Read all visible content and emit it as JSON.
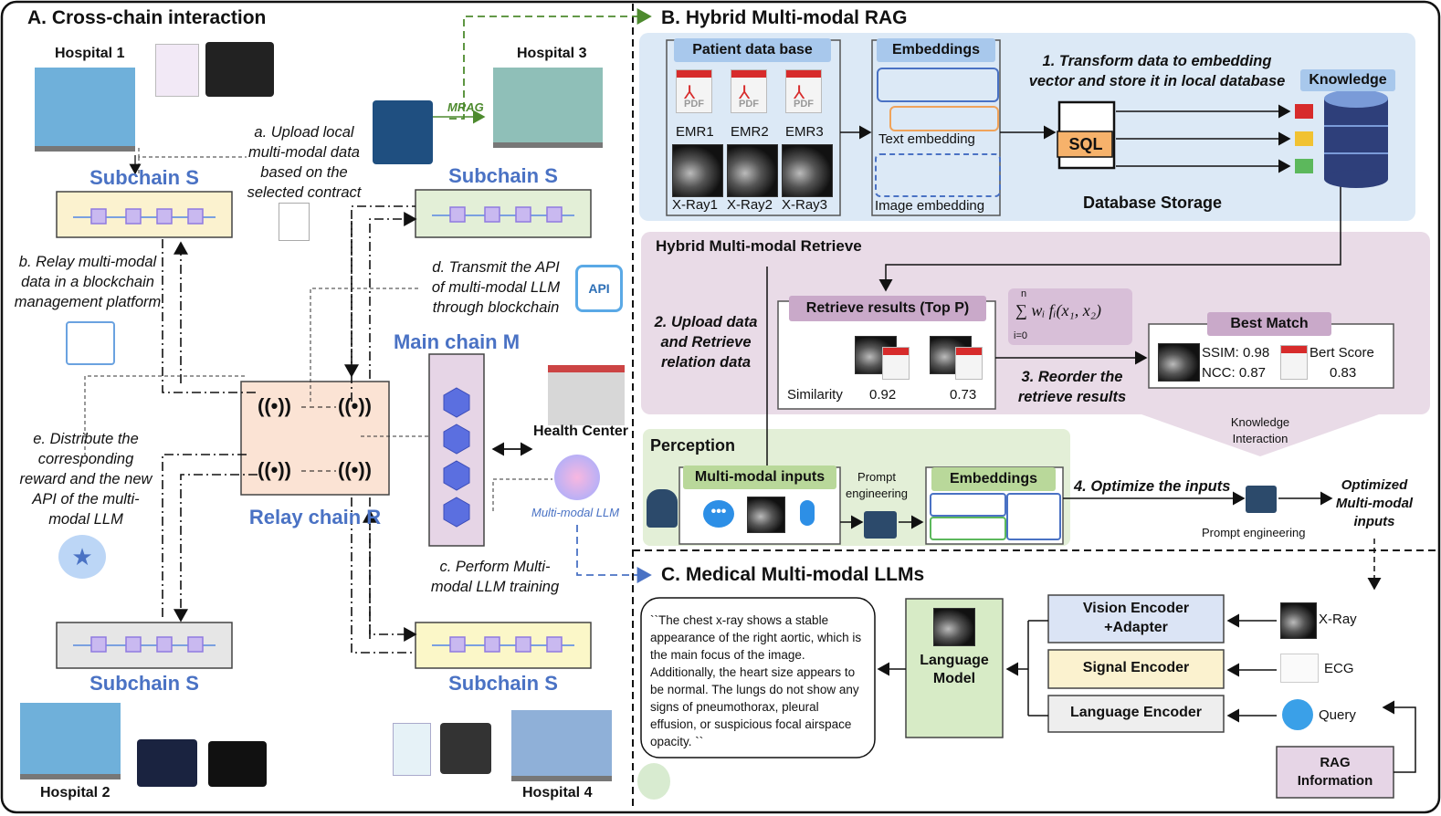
{
  "panelA": {
    "title": "A. Cross-chain interaction",
    "hospital1": "Hospital 1",
    "hospital2": "Hospital 2",
    "hospital3": "Hospital 3",
    "hospital4": "Hospital 4",
    "subchain": "Subchain S",
    "relay": "Relay chain R",
    "main": "Main chain M",
    "health_center": "Health Center",
    "mm_llm": "Multi-modal LLM",
    "mrag": "MRAG",
    "step_a": [
      "a. Upload local",
      "multi-modal data",
      "based on the",
      "selected contract"
    ],
    "step_b": [
      "b. Relay multi-modal",
      "data in a blockchain",
      "management platform"
    ],
    "step_c": [
      "c. Perform Multi-",
      "modal LLM training"
    ],
    "step_d": [
      "d. Transmit the API",
      "of multi-modal LLM",
      "through blockchain"
    ],
    "step_e": [
      "e. Distribute the",
      "corresponding",
      "reward and the new",
      "API of the multi-",
      "modal LLM"
    ],
    "api_label": "API"
  },
  "panelB": {
    "title": "B. Hybrid Multi-modal RAG",
    "patient_db": "Patient data base",
    "emr": [
      "EMR1",
      "EMR2",
      "EMR3"
    ],
    "pdf": "PDF",
    "xrays": [
      "X-Ray1",
      "X-Ray2",
      "X-Ray3"
    ],
    "embeddings": "Embeddings",
    "text_emb": "Text embedding",
    "image_emb": "Image embedding",
    "step1": [
      "1. Transform data to embedding",
      "vector and store it in local database"
    ],
    "sql": "SQL",
    "knowledge": "Knowledge",
    "db_storage": "Database Storage",
    "retrieve_title": "Hybrid Multi-modal Retrieve",
    "step2": [
      "2. Upload data",
      "and Retrieve",
      "relation data"
    ],
    "retrieve_results": "Retrieve results (Top P)",
    "similarity": "Similarity",
    "sim_values": [
      "0.92",
      "0.73"
    ],
    "formula": "∑ wᵢ fᵢ(x₁, x₂)",
    "formula_top": "n",
    "formula_bottom": "i=0",
    "step3": [
      "3. Reorder the",
      "retrieve results"
    ],
    "best_match": "Best Match",
    "ssim": "SSIM: 0.98",
    "ncc": "NCC: 0.87",
    "bert": "Bert Score",
    "bert_val": "0.83",
    "knowledge_interaction": [
      "Knowledge",
      "Interaction"
    ],
    "perception": "Perception",
    "mm_inputs": "Multi-modal inputs",
    "prompt_eng": [
      "Prompt",
      "engineering"
    ],
    "embeddings2": "Embeddings",
    "step4": "4. Optimize the inputs",
    "prompt_eng2": "Prompt engineering",
    "optimized": [
      "Optimized",
      "Multi-modal",
      "inputs"
    ]
  },
  "panelC": {
    "title": "C. Medical Multi-modal LLMs",
    "quote": "``The chest x-ray shows a stable appearance of the right aortic, which is the main focus of the image. Additionally, the heart size appears to be normal. The lungs do not show any signs of pneumothorax, pleural effusion, or suspicious focal airspace opacity. ``",
    "language_model": [
      "Language",
      "Model"
    ],
    "vision_enc": [
      "Vision Encoder",
      "+Adapter"
    ],
    "signal_enc": "Signal Encoder",
    "language_enc": "Language Encoder",
    "xray": "X-Ray",
    "ecg": "ECG",
    "query": "Query",
    "rag_info": [
      "RAG",
      "Information"
    ]
  },
  "colors": {
    "subchain_blue": "#4a72c4",
    "panelB_bg": "#dce9f6",
    "retrieve_bg": "#e9dbe7",
    "perception_bg": "#e3efd7",
    "relay_bg": "#fbe3d4"
  }
}
